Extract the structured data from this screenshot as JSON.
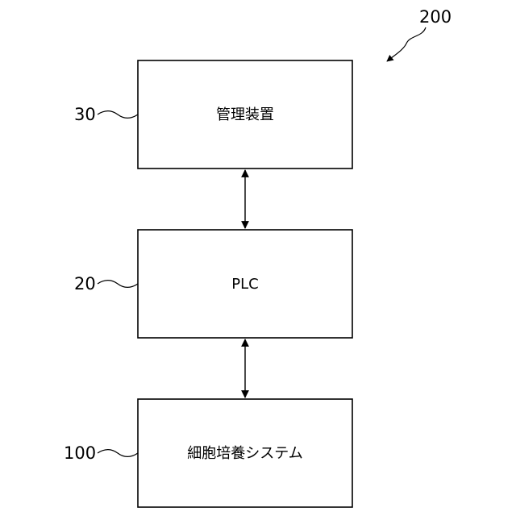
{
  "figure": {
    "reference": "200"
  },
  "blocks": [
    {
      "ref": "30",
      "label": "管理装置"
    },
    {
      "ref": "20",
      "label": "PLC"
    },
    {
      "ref": "100",
      "label": "細胞培養システム"
    }
  ],
  "colors": {
    "line": "#000000",
    "background": "#ffffff"
  }
}
